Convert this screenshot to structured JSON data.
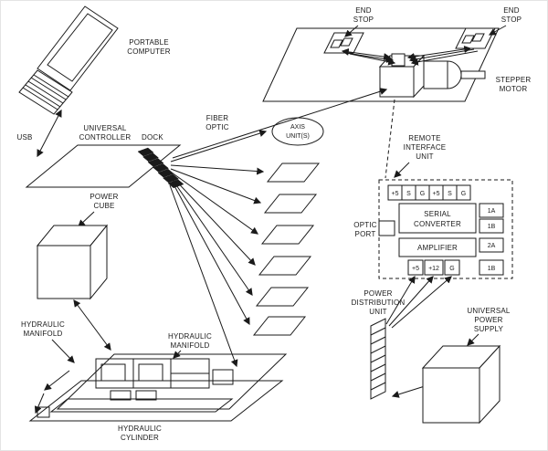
{
  "diagram": {
    "background": "#ffffff",
    "line_color": "#1a1a1a",
    "labels": {
      "portable_computer": [
        "PORTABLE",
        "COMPUTER"
      ],
      "usb": "USB",
      "universal_controller": [
        "UNIVERSAL",
        "CONTROLLER"
      ],
      "dock": "DOCK",
      "fiber_optic": [
        "FIBER",
        "OPTIC"
      ],
      "axis_units": [
        "AXIS",
        "UNIT(S)"
      ],
      "end_stop_left": [
        "END",
        "STOP"
      ],
      "end_stop_right": [
        "END",
        "STOP"
      ],
      "stepper_motor": [
        "STEPPER",
        "MOTOR"
      ],
      "remote_interface_unit": [
        "REMOTE",
        "INTERFACE",
        "UNIT"
      ],
      "optic_port": [
        "OPTIC",
        "PORT"
      ],
      "serial_converter": [
        "SERIAL",
        "CONVERTER"
      ],
      "amplifier": "AMPLIFIER",
      "riu_top_terminals": [
        "+5",
        "S",
        "G",
        "+5",
        "S",
        "G"
      ],
      "riu_right_terminals": [
        "1A",
        "1B",
        "2A",
        "1B"
      ],
      "riu_bottom_terminals": [
        "+5",
        "+12",
        "G"
      ],
      "power_distribution_unit": [
        "POWER",
        "DISTRIBUTION",
        "UNIT"
      ],
      "universal_power_supply": [
        "UNIVERSAL",
        "POWER",
        "SUPPLY"
      ],
      "power_cube": [
        "POWER",
        "CUBE"
      ],
      "hydraulic_manifold_left": [
        "HYDRAULIC",
        "MANIFOLD"
      ],
      "hydraulic_manifold_right": [
        "HYDRAULIC",
        "MANIFOLD"
      ],
      "hydraulic_cylinder": [
        "HYDRAULIC",
        "CYLINDER"
      ]
    }
  }
}
